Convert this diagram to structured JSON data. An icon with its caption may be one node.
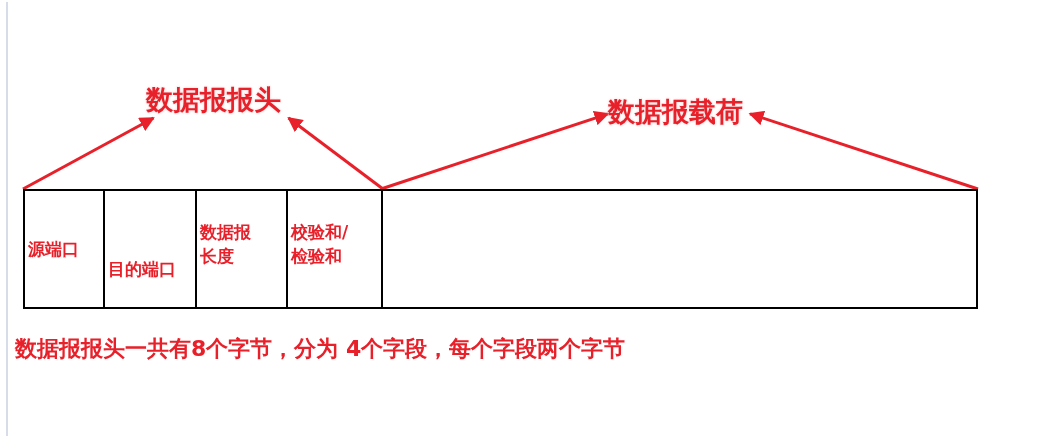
{
  "diagram": {
    "nodes": [
      {
        "text": [
          "数据报报头"
        ]
      },
      {
        "text": [
          "数据报载荷"
        ]
      },
      {
        "text": [
          "源端口"
        ]
      },
      {
        "text": [
          "目的端口"
        ]
      },
      {
        "text": [
          "数据报长度"
        ]
      },
      {
        "text": [
          "校验和/检验和"
        ]
      },
      {
        "text": [],
        "shape": "box"
      }
    ],
    "edges": [
      {
        "from": 2,
        "to": 0,
        "arrow": "to"
      },
      {
        "from": 5,
        "to": 0,
        "arrow": "to"
      },
      {
        "from": 6,
        "to": 1,
        "arrow": "to"
      },
      {
        "from": 6,
        "to": 1,
        "arrow": "to"
      }
    ],
    "labels": [
      "数据报报头一共有8个字节，分为 4个字段，每个字段两个字节"
    ]
  }
}
